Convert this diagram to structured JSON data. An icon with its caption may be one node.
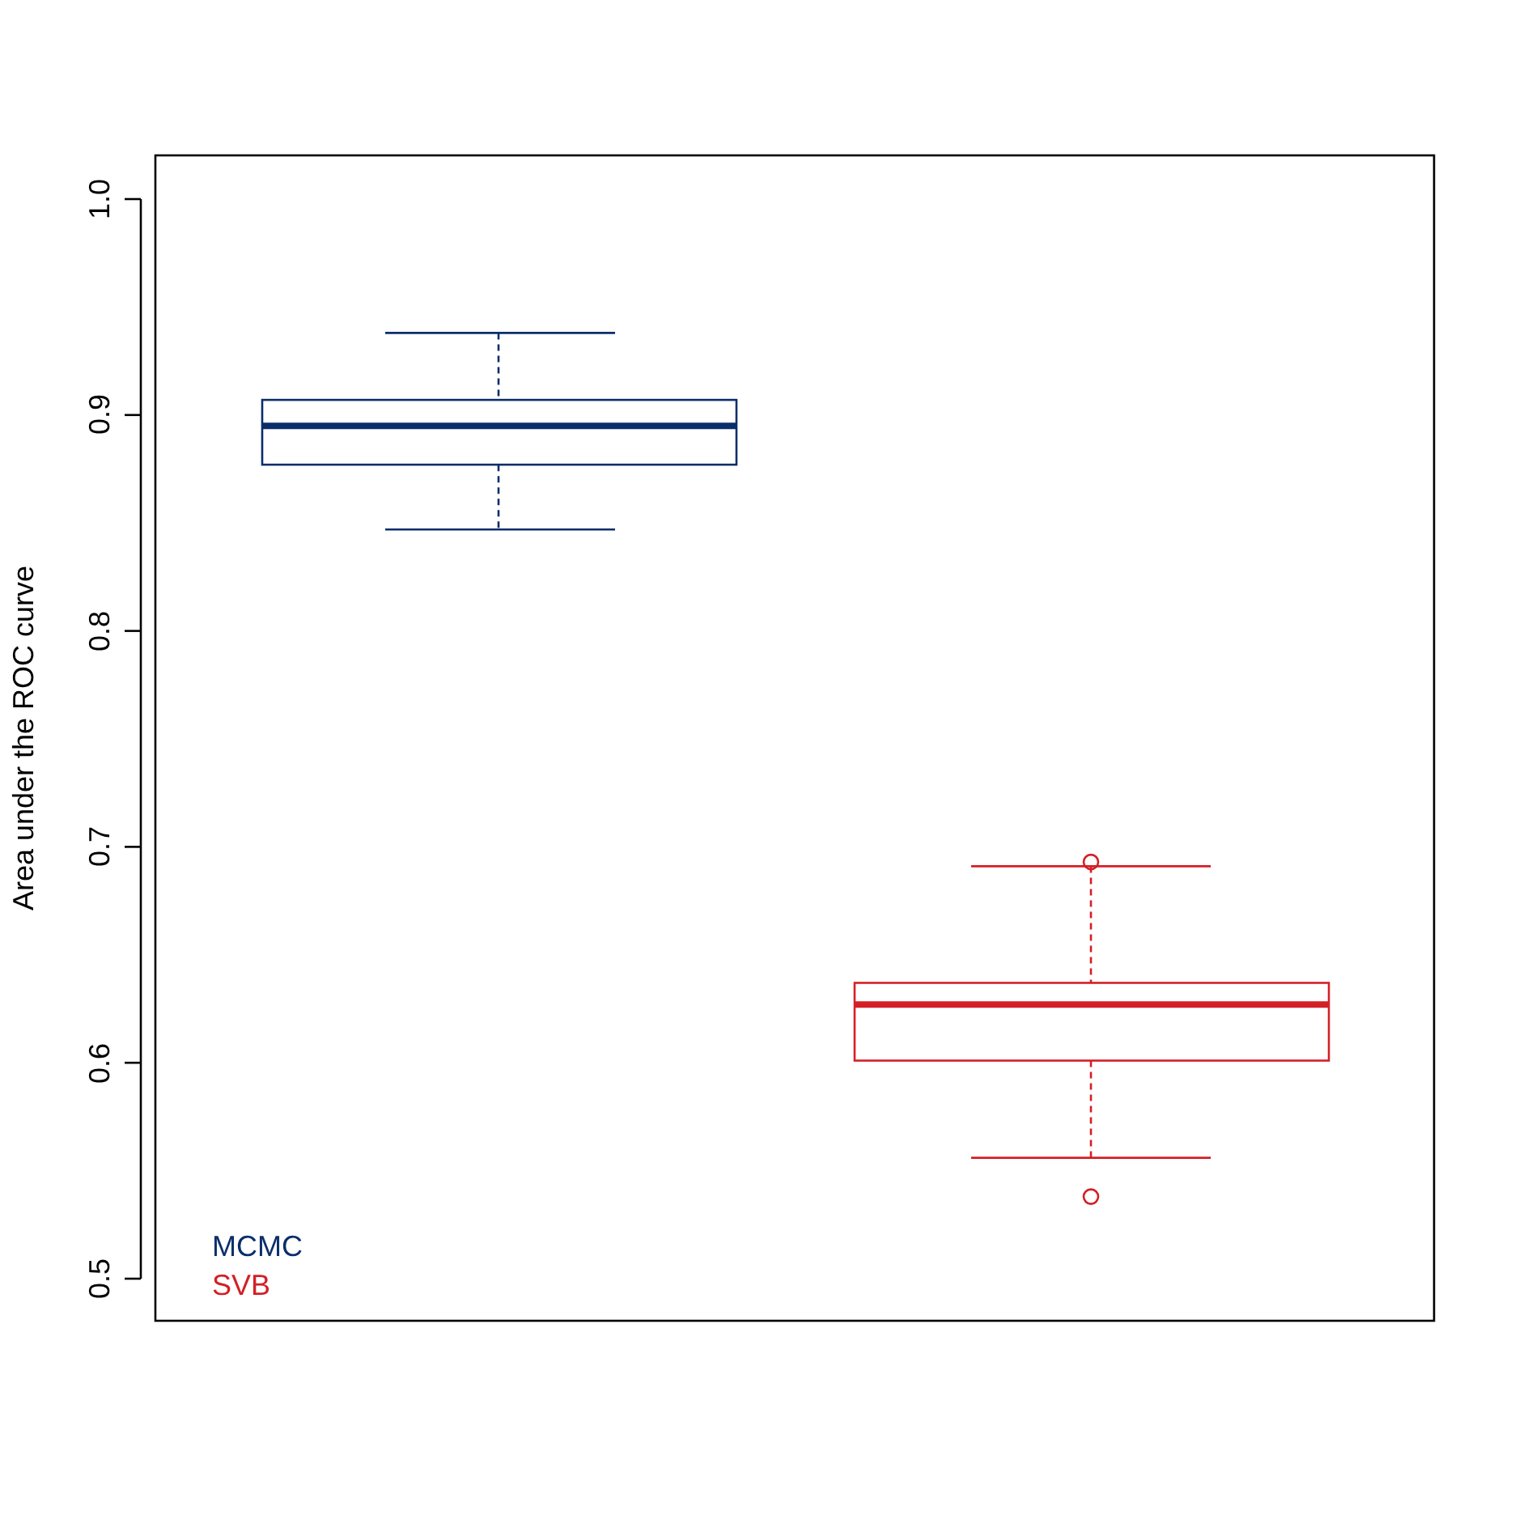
{
  "diagram": {
    "labels": [
      "Area under the ROC curve",
      "1.0",
      "0.9",
      "0.8",
      "0.7",
      "0.6",
      "0.5"
    ],
    "legend": [
      {
        "text": "MCMC",
        "color": "#0b2e6b"
      },
      {
        "text": "SVB",
        "color": "#d41f26"
      }
    ]
  }
}
